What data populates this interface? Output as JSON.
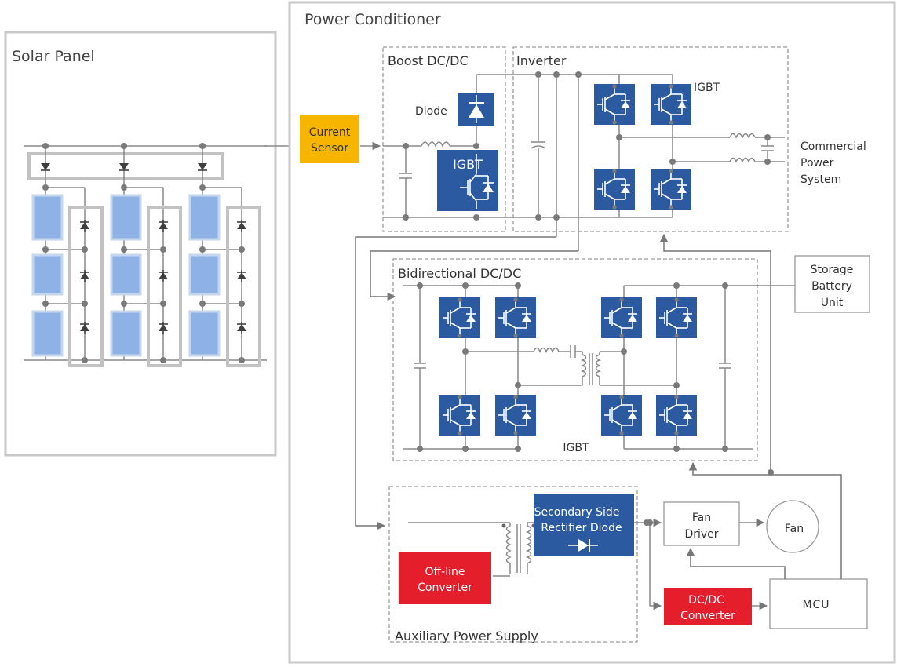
{
  "solar_panel": {
    "title": "Solar Panel"
  },
  "power_conditioner": {
    "title": "Power Conditioner",
    "current_sensor": [
      "Current",
      "Sensor"
    ],
    "boost": {
      "title": "Boost DC/DC",
      "diode_label": "Diode",
      "igbt_label": "IGBT"
    },
    "inverter": {
      "title": "Inverter",
      "igbt_label": "IGBT"
    },
    "commercial": [
      "Commercial",
      "Power",
      "System"
    ],
    "bidirectional": {
      "title": "Bidirectional DC/DC",
      "igbt_label": "IGBT"
    },
    "storage": [
      "Storage",
      "Battery",
      "Unit"
    ],
    "aux": {
      "title": "Auxiliary  Power Supply"
    },
    "offline": [
      "Off-line",
      "Converter"
    ],
    "rectifier": [
      "Secondary Side",
      "Rectifier Diode"
    ],
    "fan_driver": [
      "Fan",
      "Driver"
    ],
    "fan": "Fan",
    "dcdc": [
      "DC/DC",
      "Converter"
    ],
    "mcu": "MCU"
  },
  "colors": {
    "igbt_blue": "#2c5aa0",
    "sensor_yellow": "#f7b500",
    "converter_red": "#e41e2b",
    "panel_blue": "#8fb2e6"
  }
}
